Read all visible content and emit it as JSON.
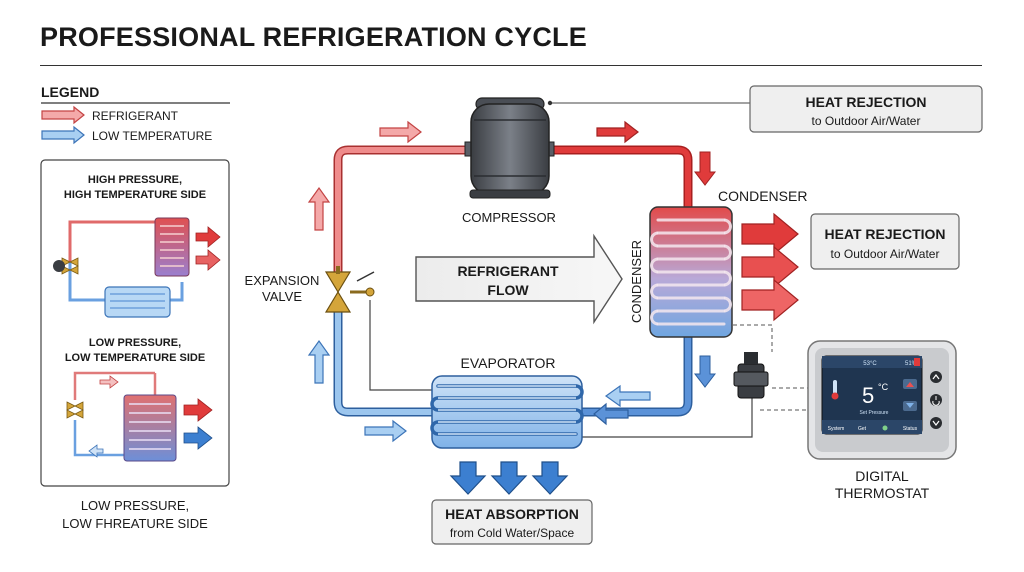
{
  "title": "PROFESSIONAL REFRIGERATION CYCLE",
  "legend": {
    "heading": "LEGEND",
    "refrigerant": "REFRIGERANT",
    "low_temperature": "LOW TEMPERATURE"
  },
  "inset": {
    "high_side": [
      "HIGH PRESSURE,",
      "HIGH TEMPERATURE SIDE"
    ],
    "low_side": [
      "LOW PRESSURE,",
      "LOW TEMPERATURE SIDE"
    ]
  },
  "footer_caption": [
    "LOW PRESSURE,",
    "LOW FHREATURE SIDE"
  ],
  "components": {
    "compressor": "COMPRESSOR",
    "condenser": "CONDENSER",
    "condenser_vertical": "CONDENSER",
    "expansion_valve": [
      "EXPANSION",
      "VALVE"
    ],
    "evaporator": "EVAPORATOR",
    "flow": [
      "REFRIGERANT",
      "FLOW"
    ],
    "thermostat": [
      "DIGITAL",
      "THERMOSTAT"
    ]
  },
  "callouts": {
    "heat_rejection_top": {
      "title": "HEAT REJECTION",
      "sub": "to Outdoor Air/Water"
    },
    "heat_rejection_right": {
      "title": "HEAT REJECTION",
      "sub": "to Outdoor Air/Water"
    },
    "heat_absorption": {
      "title": "HEAT ABSORPTION",
      "sub": "from Cold Water/Space"
    }
  },
  "thermostat_screen": {
    "temperature": "5",
    "unit": "°C",
    "status_left": "53°C",
    "status_right": "51%",
    "set_text": "Set Pressure",
    "tabs": [
      "System",
      "Get",
      "Status"
    ]
  },
  "colors": {
    "hot": "#e03b3b",
    "hot_light": "#f3a5a5",
    "cold": "#3c7fd0",
    "cold_light": "#a6cdf0",
    "valve": "#d4a53a"
  }
}
